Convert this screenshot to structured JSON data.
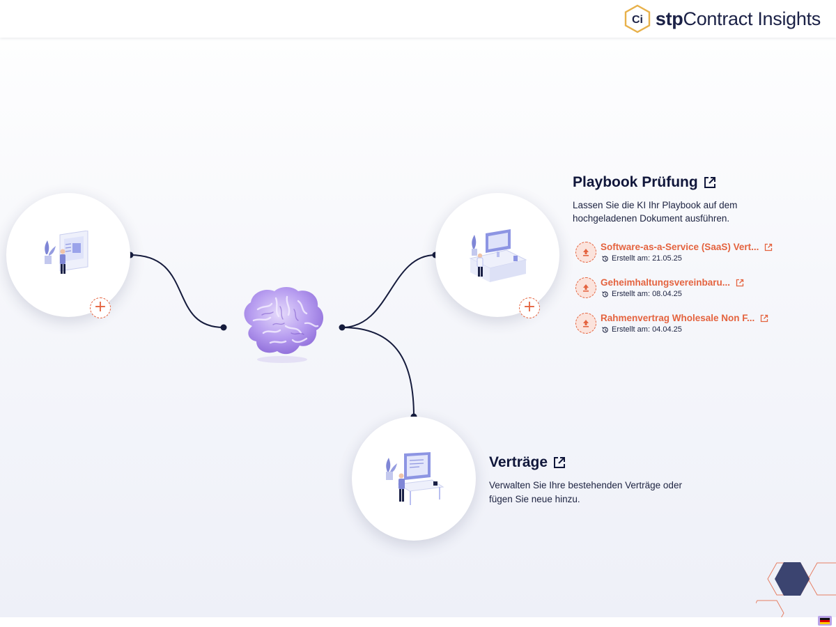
{
  "header": {
    "logo_mark": "Ci",
    "brand_bold": "stp",
    "brand_rest": "Contract Insights"
  },
  "colors": {
    "accent": "#e4633f",
    "navy": "#10163a",
    "brain_purple": "#a98be6",
    "deco_hex": "#3b4470"
  },
  "nodes": {
    "upload": {
      "icon": "person-at-desk-plant-illustration",
      "action_icon": "plus-icon"
    },
    "playbook": {
      "icon": "person-at-computer-desk-illustration",
      "action_icon": "plus-icon"
    },
    "contracts": {
      "icon": "person-at-monitor-illustration"
    },
    "center": {
      "icon": "brain-icon"
    }
  },
  "playbook": {
    "title": "Playbook Prüfung",
    "description": "Lassen Sie die KI Ihr Playbook auf dem hochgeladenen Dokument ausführen.",
    "items": [
      {
        "name": "Software-as-a-Service (SaaS) Vert...",
        "date": "Erstellt am: 21.05.25"
      },
      {
        "name": "Geheimhaltungsvereinbaru...",
        "date": "Erstellt am: 08.04.25"
      },
      {
        "name": "Rahmenvertrag Wholesale Non F...",
        "date": "Erstellt am: 04.04.25"
      }
    ]
  },
  "contracts": {
    "title": "Verträge",
    "description": "Verwalten Sie Ihre bestehenden Verträge oder fügen Sie neue hinzu."
  },
  "language": {
    "flag": "german-flag-icon"
  }
}
